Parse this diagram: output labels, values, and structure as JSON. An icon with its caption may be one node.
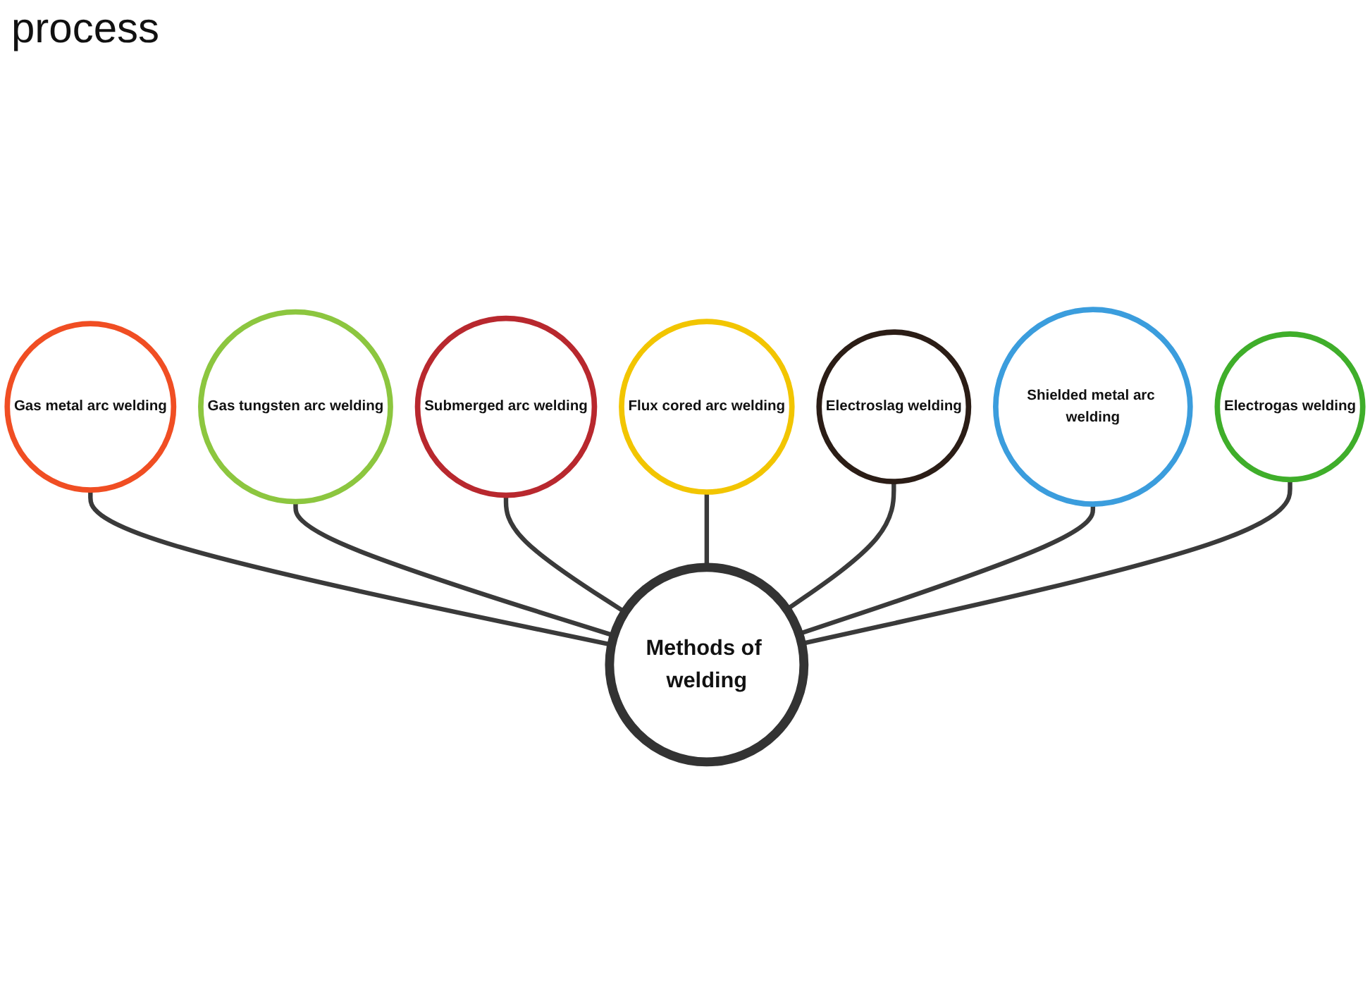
{
  "diagram": {
    "nodes": [
      {
        "text": [
          "Methods of welding"
        ]
      },
      {
        "text": [
          "Submerged arc welding"
        ]
      },
      {
        "text": [
          "Gas tungsten arc welding"
        ]
      },
      {
        "text": [
          "Flux cored arc welding"
        ]
      },
      {
        "text": [
          "Gas metal arc welding"
        ]
      },
      {
        "text": [
          "Electroslag welding"
        ]
      },
      {
        "text": [
          "Shielded metal arc welding"
        ]
      },
      {
        "text": [
          "Electrogas welding"
        ]
      }
    ],
    "edges": [
      {
        "from": 0,
        "to": 4,
        "arrow": "none"
      },
      {
        "from": 0,
        "to": 2,
        "arrow": "none"
      },
      {
        "from": 0,
        "to": 1,
        "arrow": "none"
      },
      {
        "from": 0,
        "to": 3,
        "arrow": "none"
      },
      {
        "from": 0,
        "to": 5,
        "arrow": "none"
      },
      {
        "from": 0,
        "to": 6,
        "arrow": "none"
      },
      {
        "from": 0,
        "to": 7,
        "arrow": "none"
      }
    ],
    "labels": [
      "process"
    ]
  }
}
